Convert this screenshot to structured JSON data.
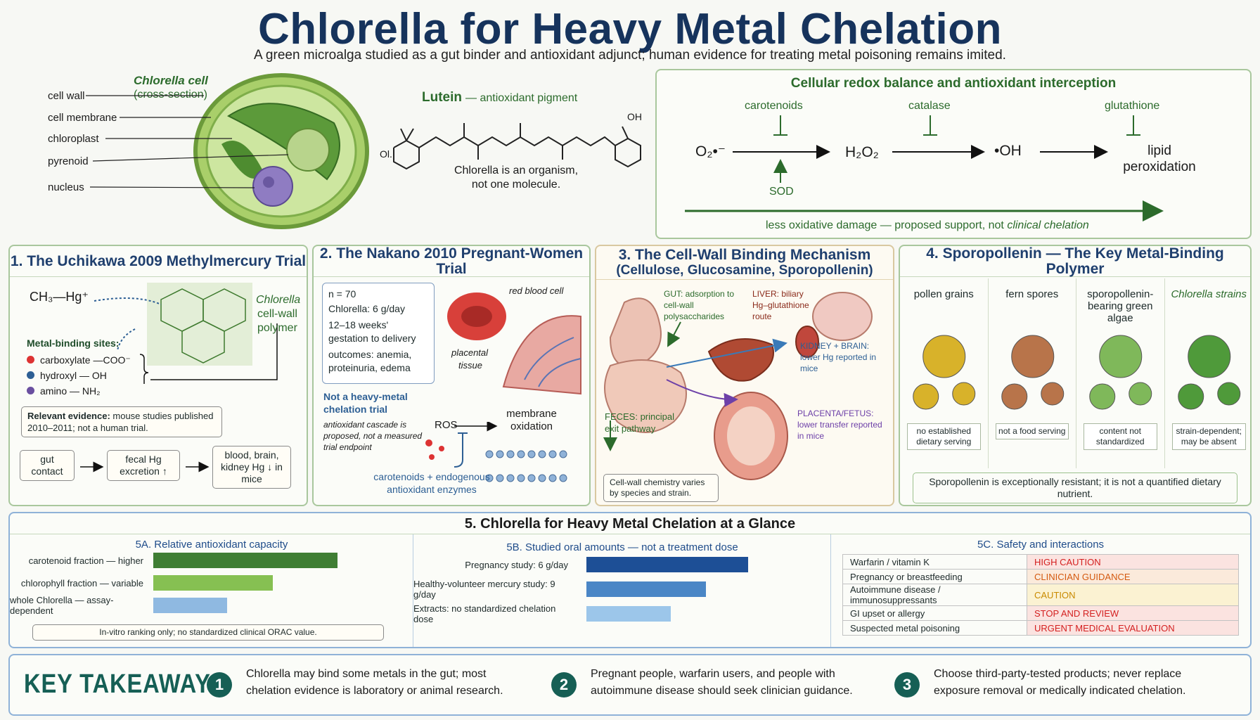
{
  "header": {
    "title": "Chlorella for Heavy Metal Chelation",
    "subtitle": "A green microalga studied as a gut binder and antioxidant adjunct; human evidence for treating metal poisoning remains imited."
  },
  "cell": {
    "title": "Chlorella cell",
    "title2": "(cross-section)",
    "labels": [
      "cell wall",
      "cell membrane",
      "chloroplast",
      "pyrenoid",
      "nucleus"
    ]
  },
  "lutein": {
    "title": "Lutein",
    "suffix": "— antioxidant pigment",
    "oh": "OH",
    "ol": "Ol.",
    "note1": "Chlorella is an organism,",
    "note2": "not one molecule."
  },
  "redox": {
    "title": "Cellular redox balance and antioxidant interception",
    "inhibitors": [
      "carotenoids",
      "catalase",
      "glutathione"
    ],
    "species": [
      "O₂•⁻",
      "H₂O₂",
      "•OH"
    ],
    "end1": "lipid",
    "end2": "peroxidation",
    "sod": "SOD",
    "footer": "less oxidative damage — proposed support, not ",
    "footer_em": "clinical chelation"
  },
  "p1": {
    "title": "1.  The Uchikawa 2009 Methylmercury Trial",
    "formula": "CH₃—Hg⁺",
    "poly1": "Chlorella",
    "poly2": "cell-wall",
    "poly3": "polymer",
    "sites_title": "Metal-binding sites:",
    "sites": [
      "carboxylate —COO⁻",
      "hydroxyl — OH",
      "amino — NH₂"
    ],
    "evidence_bold": "Relevant evidence:",
    "evidence": " mouse studies published 2010–2011; not a human trial.",
    "flow": [
      "gut contact",
      "fecal Hg excretion ↑",
      "blood, brain, kidney Hg ↓ in mice"
    ]
  },
  "p2": {
    "title": "2. The Nakano 2010 Pregnant-Women Trial",
    "stats": [
      "n = 70",
      "Chlorella: 6 g/day",
      "12–18 weeks' gestation to delivery",
      "outcomes: anemia, proteinuria, edema"
    ],
    "rbc": "red blood cell",
    "placenta1": "placental",
    "placenta2": "tissue",
    "not1": "Not a heavy-metal",
    "not2": "chelation trial",
    "not3": "antioxidant cascade is proposed, not a measured trial endpoint",
    "ros": "ROS",
    "mem1": "membrane",
    "mem2": "oxidation",
    "caro1": "carotenoids + endogenous",
    "caro2": "antioxidant enzymes"
  },
  "p3": {
    "title1": "3. The Cell-Wall Binding Mechanism",
    "title2": "(Cellulose, Glucosamine, Sporopollenin)",
    "gut": "GUT: adsorption to cell-wall polysaccharides",
    "liver": "LIVER: biliary Hg–glutathione route",
    "kidney": "KIDNEY + BRAIN: lower Hg reported in mice",
    "feces": "FECES: principal exit pathway",
    "placenta": "PLACENTA/FETUS: lower transfer reported in mice",
    "note": "Cell-wall chemistry varies by species and strain."
  },
  "p4": {
    "title": "4. Sporopollenin — The Key Metal-Binding Polymer",
    "cols": [
      {
        "name": "pollen grains",
        "note": "no established dietary serving"
      },
      {
        "name": "fern spores",
        "note": "not a food serving"
      },
      {
        "name": "sporopollenin-bearing green algae",
        "note": "content not standardized"
      },
      {
        "name": "Chlorella strains",
        "note": "strain-dependent; may be absent"
      }
    ],
    "footer": "Sporopollenin is exceptionally resistant; it is not a quantified dietary nutrient."
  },
  "p5": {
    "title": "5.  Chlorella for Heavy Metal  Chelation  at  a  Glance",
    "a": {
      "title": "5A. Relative antioxidant capacity",
      "rows": [
        {
          "label": "carotenoid fraction — higher",
          "value": 1.0,
          "color": "#3f7e34"
        },
        {
          "label": "chlorophyll fraction — variable",
          "value": 0.65,
          "color": "#86c052"
        },
        {
          "label": "whole Chlorella — assay-dependent",
          "value": 0.4,
          "color": "#8fb9e1"
        }
      ],
      "note": "In-vitro ranking only; no standardized clinical ORAC value."
    },
    "b": {
      "title": "5B. Studied oral amounts — not a treatment dose",
      "rows": [
        {
          "label": "Pregnancy study: 6 g/day",
          "value": 1.0,
          "color": "#1d4f96"
        },
        {
          "label": "Healthy-volunteer mercury study: 9 g/day",
          "value": 0.74,
          "color": "#4a86c6"
        },
        {
          "label": "Extracts: no standardized chelation dose",
          "value": 0.52,
          "color": "#9cc6ea"
        }
      ]
    },
    "c": {
      "title": "5C. Safety and interactions",
      "rows": [
        {
          "item": "Warfarin / vitamin K",
          "level": "HIGH CAUTION",
          "color": "#d42020",
          "bg": "#fbe3e0"
        },
        {
          "item": "Pregnancy or breastfeeding",
          "level": "CLINICIAN GUIDANCE",
          "color": "#d45a10",
          "bg": "#fbeadb"
        },
        {
          "item": "Autoimmune disease / immunosuppressants",
          "level": "CAUTION",
          "color": "#c98a00",
          "bg": "#fbf2d2"
        },
        {
          "item": "GI upset or allergy",
          "level": "STOP AND REVIEW",
          "color": "#d42020",
          "bg": "#fbe3e0"
        },
        {
          "item": "Suspected metal poisoning",
          "level": "URGENT MEDICAL EVALUATION",
          "color": "#d42020",
          "bg": "#fbe3e0"
        }
      ]
    }
  },
  "key": {
    "title": "KEY TAKEAWAYS",
    "items": [
      {
        "n": "1",
        "l1": "Chlorella may bind some metals in the gut; most",
        "l2": "chelation evidence is laboratory or animal research."
      },
      {
        "n": "2",
        "l1": "Pregnant people, warfarin users,  and  people with",
        "l2": "autoimmune disease should seek clinician guidance."
      },
      {
        "n": "3",
        "l1": "Choose third-party-tested products; never replace",
        "l2": "exposure removal or medically indicated chelation."
      }
    ]
  }
}
